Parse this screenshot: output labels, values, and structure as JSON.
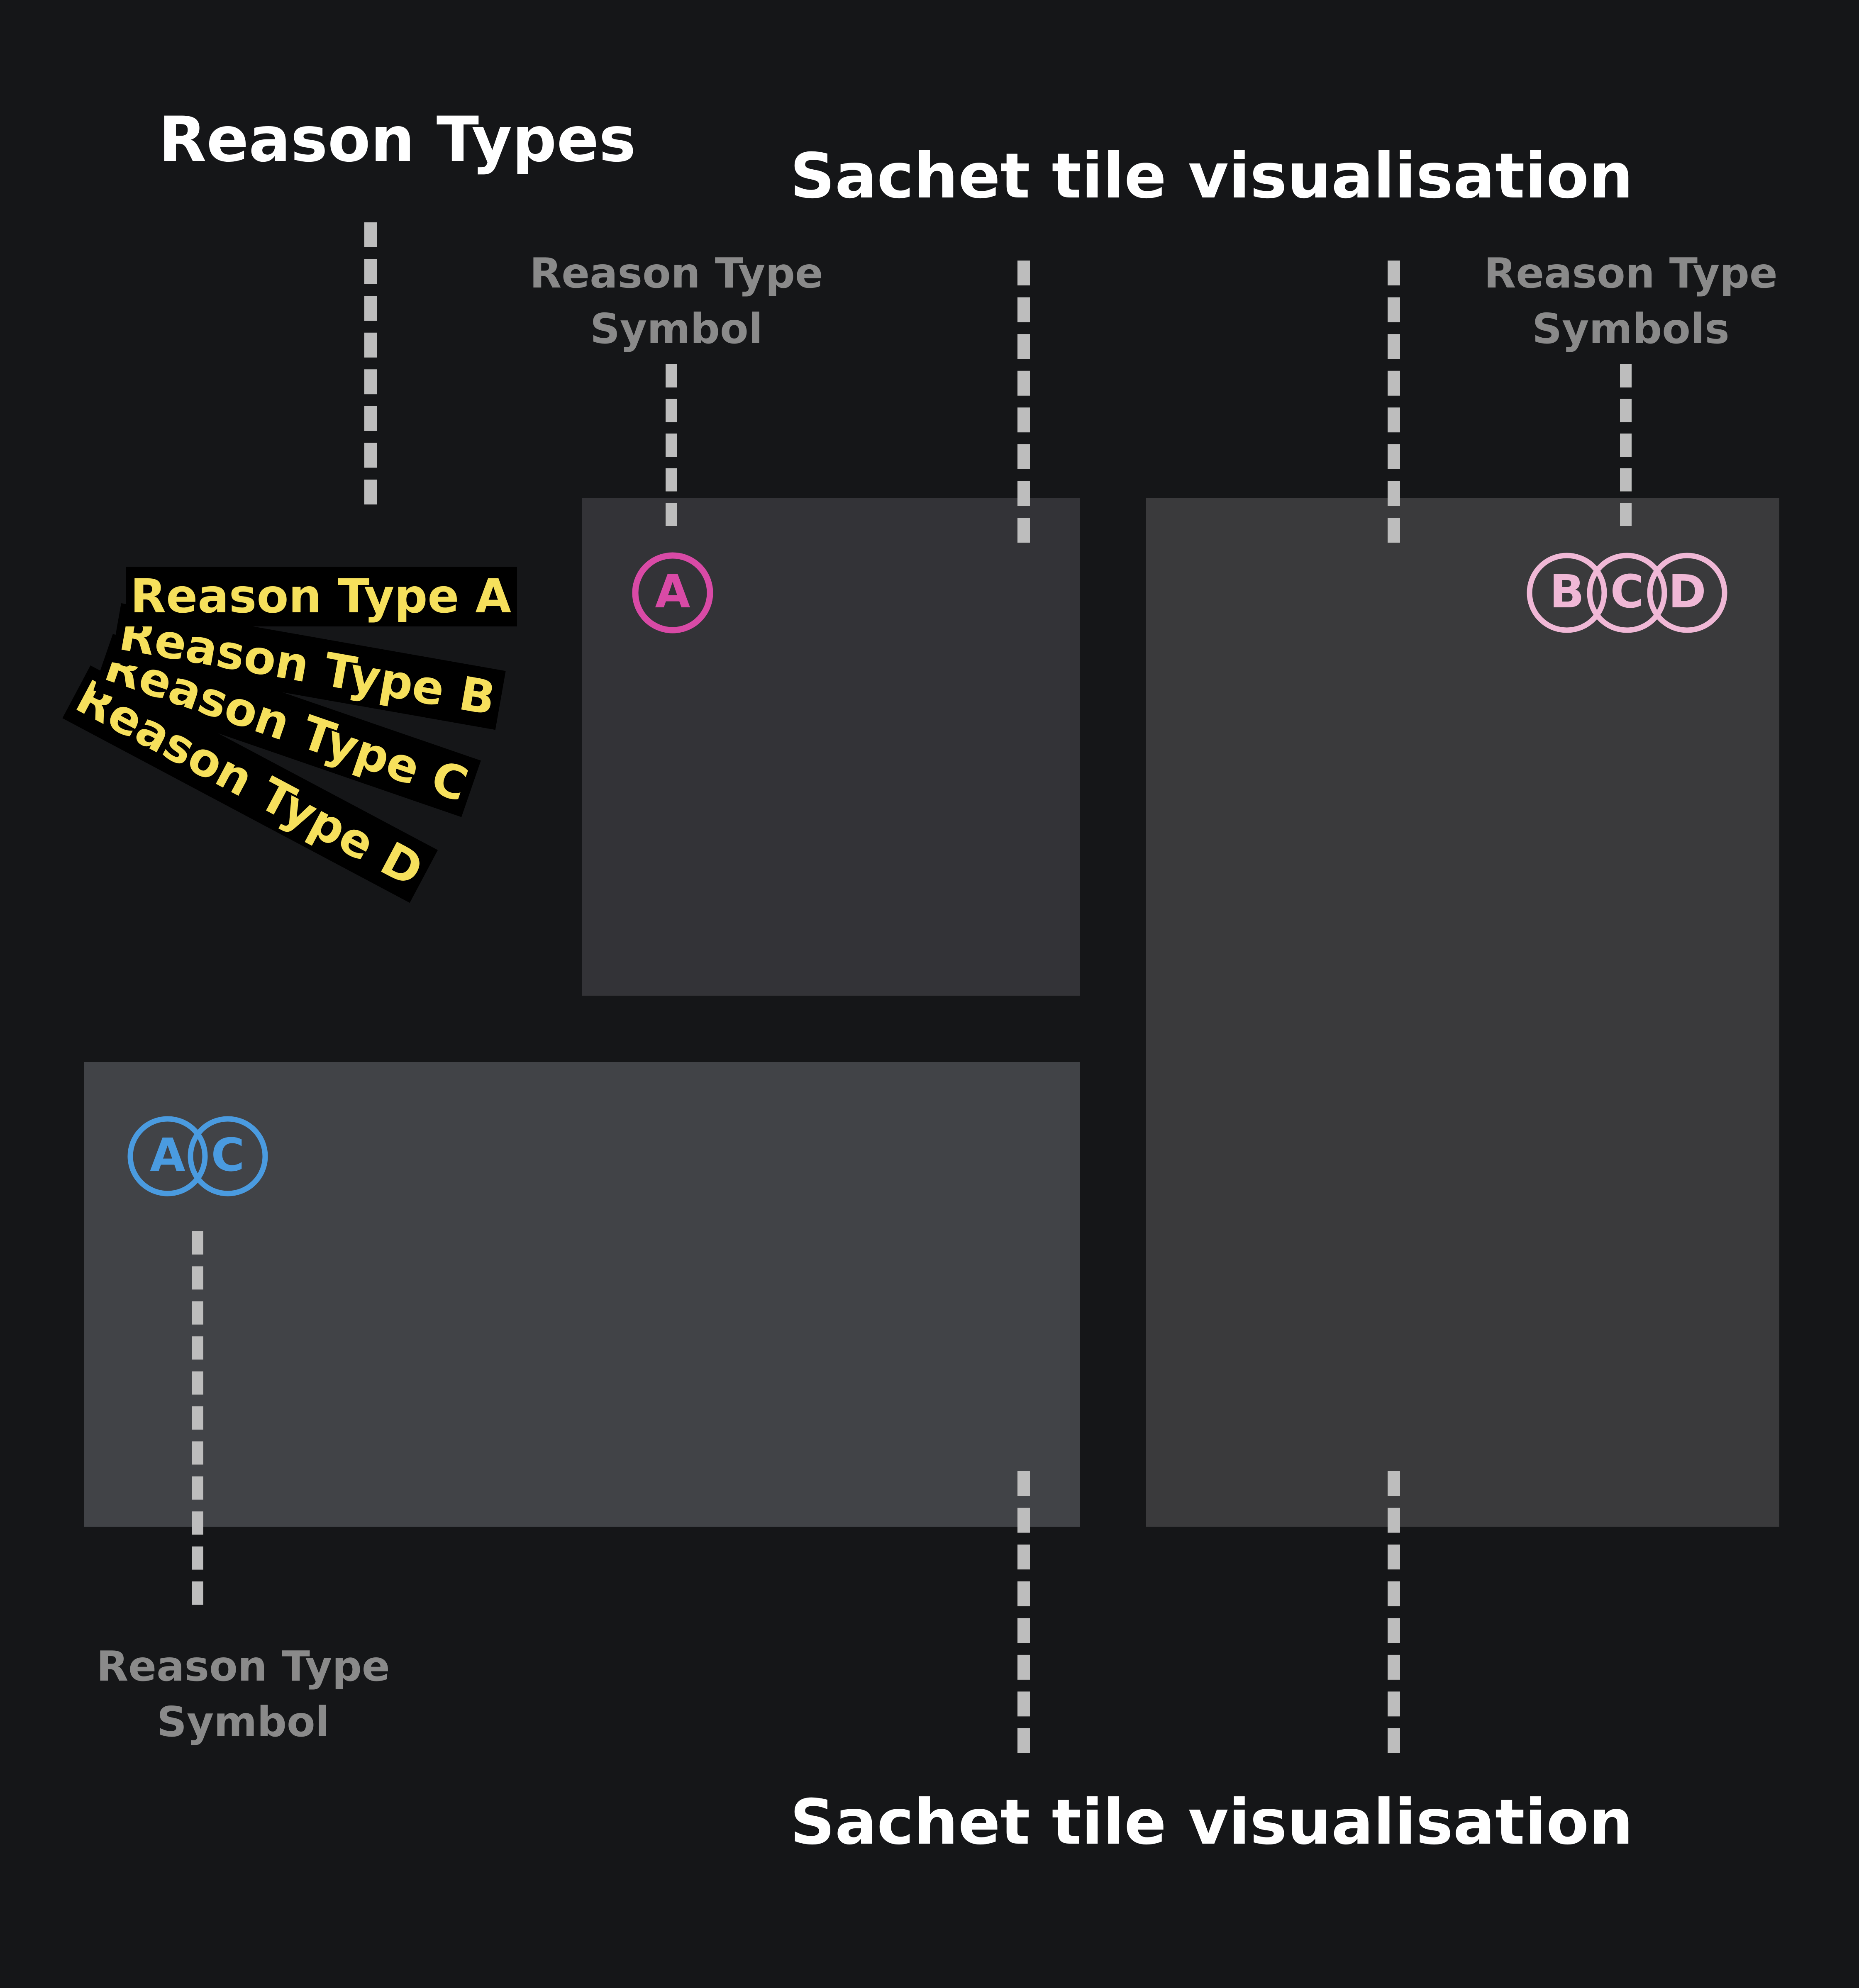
{
  "headings": {
    "reason_types": "Reason Types",
    "sachet_top": "Sachet tile visualisation",
    "sachet_bottom": "Sachet tile visualisation"
  },
  "labels": {
    "symbol_top": [
      "Reason Type",
      "Symbol"
    ],
    "symbols_right": [
      "Reason Type",
      "Symbols"
    ],
    "symbol_bottom": [
      "Reason Type",
      "Symbol"
    ]
  },
  "reason_tags": [
    "Reason Type A",
    "Reason Type B",
    "Reason Type C",
    "Reason Type D"
  ],
  "tiles": {
    "small": {
      "color": "#333337",
      "symbols": [
        "A"
      ],
      "symbol_color": "#d94aa6"
    },
    "tall": {
      "color": "#3a3a3c",
      "symbols": [
        "B",
        "C",
        "D"
      ],
      "symbol_color": "#f0b8d6"
    },
    "wide": {
      "color": "#414347",
      "symbols": [
        "A",
        "C"
      ],
      "symbol_color": "#4a9be0"
    }
  },
  "colors": {
    "background": "#151618",
    "heading": "#ffffff",
    "label": "#8a8a8a",
    "dash": "#bdbdbd",
    "tag_text": "#f6e05c",
    "tag_bg": "#000000"
  }
}
